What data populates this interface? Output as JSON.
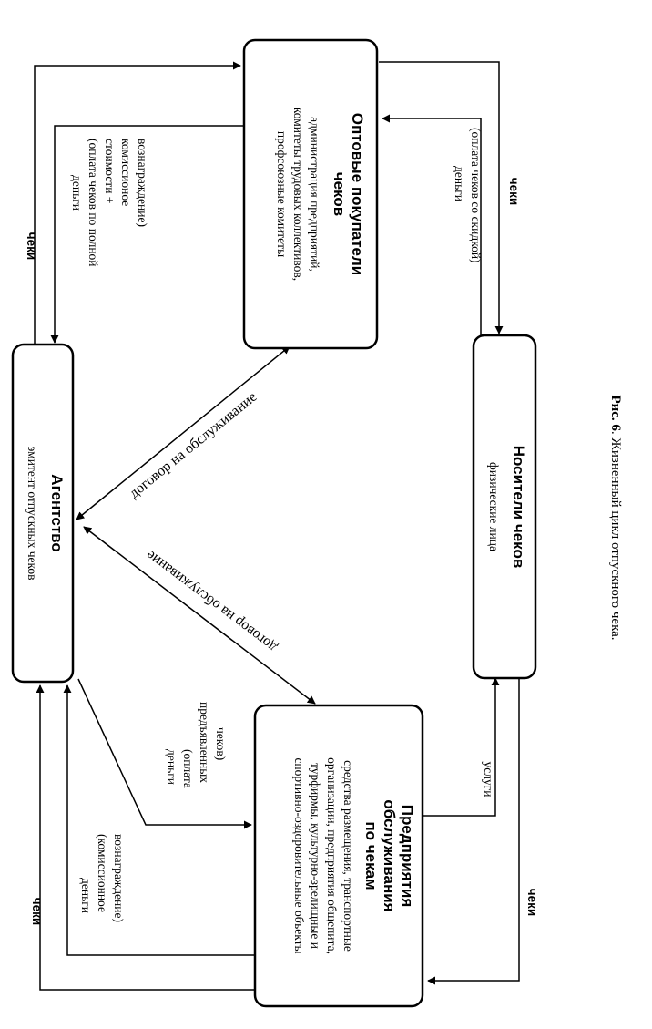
{
  "nodes": {
    "agency": {
      "title": "Агентство",
      "subtitle": "эмитент отпускных чеков"
    },
    "wholesale": {
      "title_lines": [
        "Оптовые покупатели",
        "чеков"
      ],
      "subtitle_lines": [
        "администрация предприятий,",
        "комитеты трудовых коллективов,",
        "профсоюзные комитеты"
      ]
    },
    "holders": {
      "title": "Носители чеков",
      "subtitle": "физические лица"
    },
    "service": {
      "title_lines": [
        "Предприятия",
        "обслуживания",
        "по чекам"
      ],
      "subtitle_lines": [
        "средства размещения, транспортные",
        "организации, предприятия общепита,",
        "турфирмы, культурно-зрелищные и",
        "спортивно-оздоровительные объекты"
      ]
    }
  },
  "edges": {
    "agency_to_wholesale_checks": "чеки",
    "wholesale_to_agency_money": {
      "lines": [
        "деньги",
        "(оплата чеков по полной",
        "стоимости +",
        "комиссионое",
        "вознаграждение)"
      ]
    },
    "wholesale_to_holders_checks": "чеки",
    "holders_to_wholesale_money": {
      "lines": [
        "деньги",
        "(оплата чеков со скидкой)"
      ]
    },
    "agency_wholesale_contract": "договор на обслуживание",
    "agency_service_contract": "договор на обслуживание",
    "agency_to_service_money": {
      "lines": [
        "деньги",
        "(оплата",
        "предъявленных",
        "чеков)"
      ]
    },
    "service_to_agency_checks": "чеки",
    "service_to_agency_money": {
      "lines": [
        "деньги",
        "(комиссионное",
        "вознаграждение)"
      ]
    },
    "service_to_holders_services": "услуги",
    "holders_to_service_checks": "чеки"
  },
  "caption": {
    "prefix": "Рис. 6",
    "text": ". Жизненный цикл отпускного чека."
  }
}
